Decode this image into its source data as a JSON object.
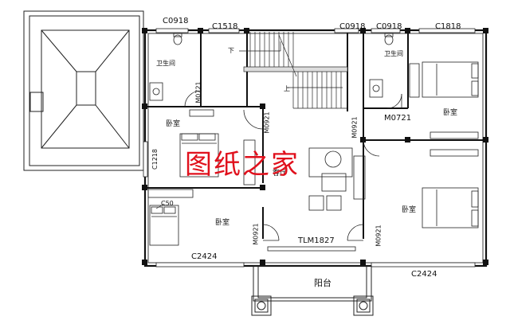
{
  "labels": {
    "c0918_top_left": "C0918",
    "c1518": "C1518",
    "c0918_top_mid": "C0918",
    "c0918_top_right": "C0918",
    "c1818": "C1818",
    "bath_left": "卫生间",
    "bath_right": "卫生间",
    "m0721_left": "M0721",
    "m0721_right": "M0721",
    "stair_down": "下",
    "stair_up": "上",
    "bedroom_mid_left": "卧室",
    "m0921_upper_left": "M0921",
    "m0921_upper_right": "M0921",
    "bedroom_upper_right": "卧室",
    "c1218": "C1218",
    "living_room": "客厅",
    "bedroom_lower_left": "卧室",
    "bedroom_lower_right": "卧室",
    "c50": "C50",
    "c2424_left": "C2424",
    "m0921_lower_left": "M0921",
    "tlm1827": "TLM1827",
    "m0921_lower_right": "M0921",
    "c2424_right": "C2424",
    "balcony": "阳台",
    "watermark": "图纸之家"
  },
  "colors": {
    "wall": "#111111",
    "line": "#222222",
    "watermark": "#e0101c",
    "background": "#ffffff"
  }
}
